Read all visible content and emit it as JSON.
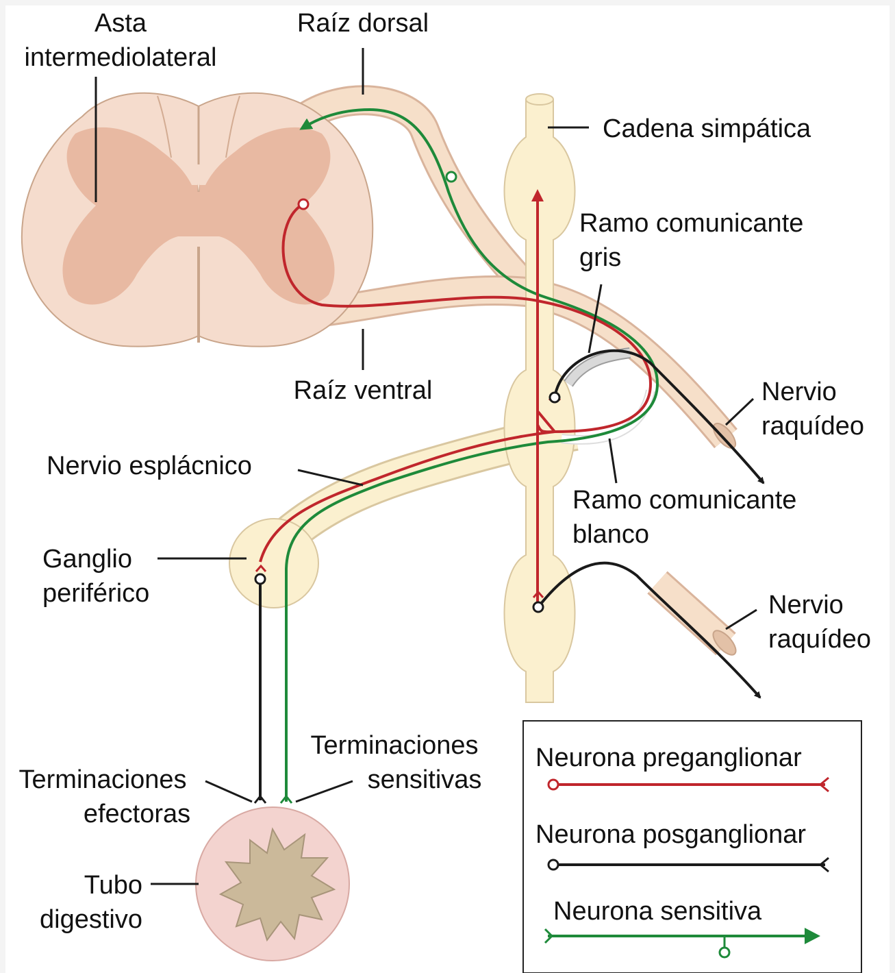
{
  "labels": {
    "asta_1": "Asta",
    "asta_2": "intermediolateral",
    "raiz_dorsal": "Raíz dorsal",
    "cadena_simpatica": "Cadena simpática",
    "ramo_gris_1": "Ramo comunicante",
    "ramo_gris_2": "gris",
    "raiz_ventral": "Raíz ventral",
    "nervio_raquideo_1a": "Nervio",
    "nervio_raquideo_1b": "raquídeo",
    "nervio_esplacnico": "Nervio esplácnico",
    "ramo_blanco_1": "Ramo comunicante",
    "ramo_blanco_2": "blanco",
    "ganglio_1": "Ganglio",
    "ganglio_2": "periférico",
    "nervio_raquideo_2a": "Nervio",
    "nervio_raquideo_2b": "raquídeo",
    "term_sens_1": "Terminaciones",
    "term_sens_2": "sensitivas",
    "term_efec_1": "Terminaciones",
    "term_efec_2": "efectoras",
    "tubo_1": "Tubo",
    "tubo_2": "digestivo"
  },
  "legend": {
    "items": [
      {
        "label": "Neurona preganglionar",
        "color": "#c0262c"
      },
      {
        "label": "Neurona posganglionar",
        "color": "#1a1a1a"
      },
      {
        "label": "Neurona sensitiva",
        "color": "#1e8a3a"
      }
    ]
  },
  "colors": {
    "cord_outer": "#f5dccd",
    "cord_grey": "#e8b9a2",
    "nerve": "#f6dfc9",
    "chain": "#fbf0cf",
    "gut_outer": "#f3d3cf",
    "gut_inner": "#cbb99a",
    "ramus_grey": "#d9d9d9"
  }
}
